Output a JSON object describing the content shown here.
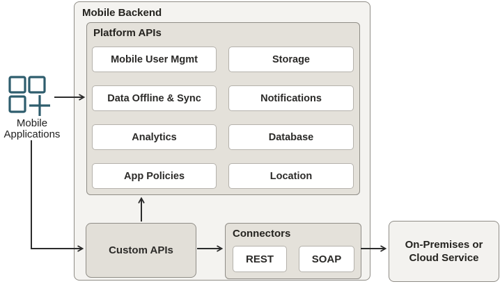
{
  "colors": {
    "accent_teal": "#2e5d6d",
    "container_fill": "#f4f3f0",
    "section_fill": "#e4e1da",
    "box_fill": "#ffffff",
    "border_dark": "#8f8c86",
    "border_light": "#b4b1ab",
    "arrow": "#2b2b2b"
  },
  "mobile_applications": {
    "icon": "app-grid-plus-icon",
    "label_line1": "Mobile",
    "label_line2": "Applications"
  },
  "mobile_backend": {
    "title": "Mobile Backend",
    "platform_apis": {
      "title": "Platform APIs",
      "boxes": [
        "Mobile User Mgmt",
        "Storage",
        "Data Offline & Sync",
        "Notifications",
        "Analytics",
        "Database",
        "App Policies",
        "Location"
      ]
    },
    "custom_apis_label": "Custom APIs",
    "connectors": {
      "title": "Connectors",
      "items": [
        "REST",
        "SOAP"
      ]
    }
  },
  "external_service": {
    "label_line1": "On-Premises or",
    "label_line2": "Cloud Service"
  }
}
